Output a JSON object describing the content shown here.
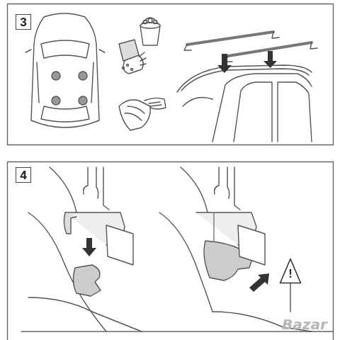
{
  "diagram": {
    "nodes": [
      {
        "text": [
          "3"
        ]
      },
      {
        "text": [
          "4"
        ]
      },
      {
        "text": [
          "!"
        ]
      }
    ],
    "labels": [
      "Bazar"
    ]
  }
}
